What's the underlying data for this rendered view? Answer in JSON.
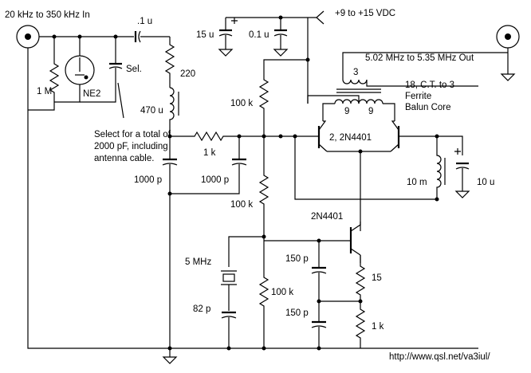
{
  "labels": {
    "input": "20 kHz to 350 kHz In",
    "supply": "+9 to +15 VDC",
    "output": "5.02 MHz to 5.35 MHz Out",
    "r_1m": "1 M",
    "ne2": "NE2",
    "c_in": ".1 u",
    "sel": "Sel.",
    "select_note_1": "Select for a total of",
    "select_note_2": "2000 pF, including",
    "select_note_3": "antenna cable.",
    "r_220": "220",
    "l_470u": "470 u",
    "c_15u": "15 u",
    "c_01u": "0.1 u",
    "turns_3": "3",
    "turns_9a": "9",
    "turns_9b": "9",
    "xfmr_1": "18, C.T. to 3",
    "xfmr_2": "Ferrite",
    "xfmr_3": "Balun Core",
    "r_100k_a": "100 k",
    "r_1k_a": "1 k",
    "q_pair": "2, 2N4401",
    "c_1000p_a": "1000 p",
    "c_1000p_b": "1000 p",
    "l_10m": "10 m",
    "c_10u": "10 u",
    "r_100k_b": "100 k",
    "q_osc": "2N4401",
    "xtal": "5 MHz",
    "c_82p": "82 p",
    "c_150p_a": "150 p",
    "c_150p_b": "150 p",
    "r_100k_c": "100 k",
    "r_15": "15",
    "r_1k_b": "1 k",
    "url": "http://www.qsl.net/va3iul/"
  }
}
